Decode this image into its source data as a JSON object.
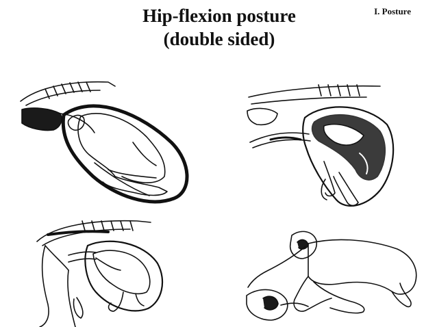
{
  "header": {
    "title_line1": "Hip-flexion posture",
    "title_line2": "(double sided)",
    "section_label": "I. Posture"
  },
  "colors": {
    "background": "#ffffff",
    "ink": "#111111",
    "shade": "#1a1a1a"
  },
  "illustrations": [
    {
      "icon": "calf-in-uterus-icon"
    },
    {
      "icon": "calf-in-uterus-icon"
    },
    {
      "icon": "calf-in-uterus-icon"
    },
    {
      "icon": "calf-skeleton-pelvis-icon"
    }
  ]
}
